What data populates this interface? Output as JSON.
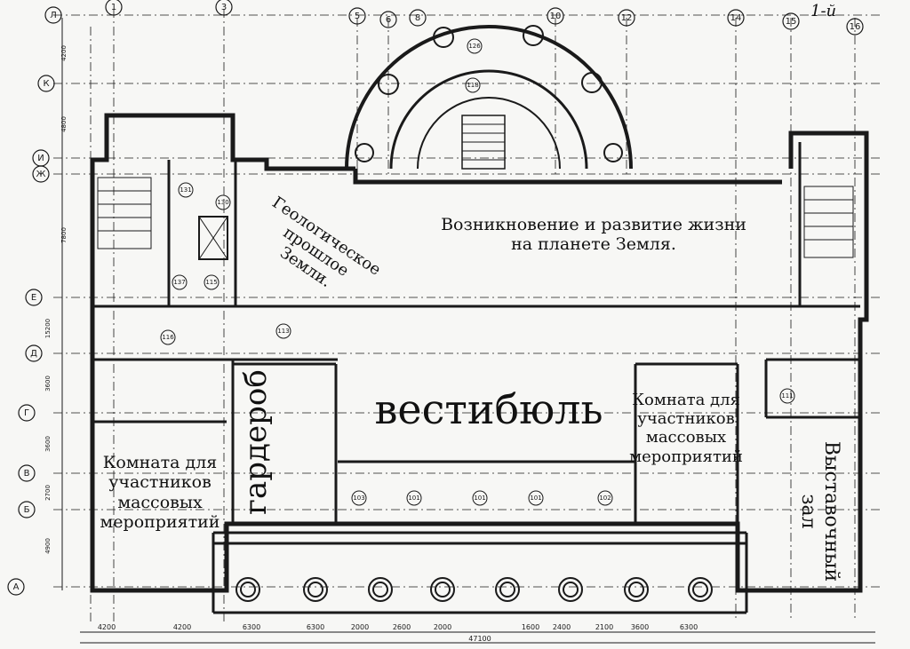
{
  "floor_label": "1-й",
  "grid_letters": [
    "Л",
    "К",
    "И",
    "Ж",
    "Е",
    "Д",
    "Г",
    "В",
    "Б",
    "А"
  ],
  "grid_numbers": [
    "1",
    "3",
    "5",
    "6",
    "8",
    "10",
    "12",
    "14",
    "15",
    "16"
  ],
  "rooms": {
    "vestibule": "вестибюль",
    "wardrobe": "гардероб",
    "exhibition_hall": "Выставочный\nзал",
    "geology": "Геологическое прошлое\nЗемли.",
    "life_origin": "Возникновение и развитие жизни\nна планете Земля.",
    "participants_room_left": "Комната для\nучастников\nмассовых\nмероприятий",
    "participants_room_right": "Комната для\nучастников\nмассовых\nмероприятий"
  },
  "dimensions": {
    "total_width": "47100",
    "bottom_spans": [
      "4200",
      "4200",
      "6300",
      "6300",
      "2000",
      "2600",
      "2000",
      "1600",
      "2400",
      "2100",
      "3600",
      "6300"
    ],
    "left_spans": [
      "4200",
      "4800",
      "7800",
      "15200",
      "3600",
      "3600",
      "2700",
      "4900"
    ]
  },
  "room_numbers": [
    "126",
    "118",
    "131",
    "130",
    "137",
    "115",
    "113",
    "116",
    "103",
    "101",
    "102",
    "111"
  ],
  "colors": {
    "ink": "#1a1a1a",
    "paper": "#f7f7f5"
  }
}
